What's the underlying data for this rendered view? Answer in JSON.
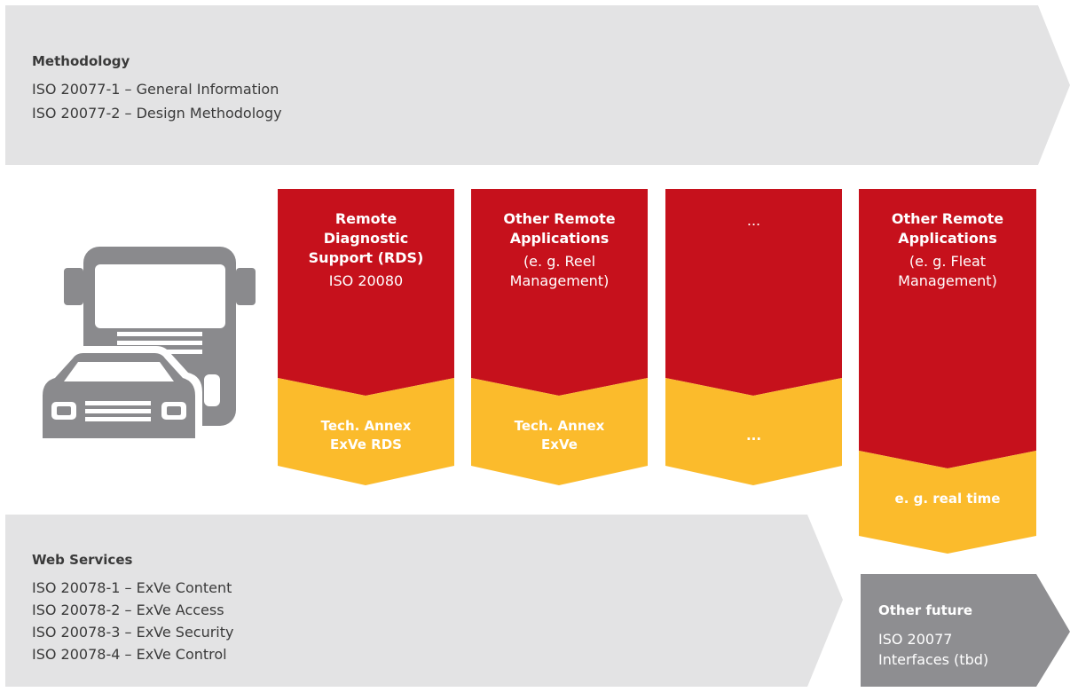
{
  "colors": {
    "band_gray": "#e3e3e4",
    "red": "#c6111c",
    "yellow": "#fbbb2c",
    "icon_gray": "#8a8a8d",
    "future_gray": "#8e8e91",
    "text_dark": "#3a3a3a"
  },
  "methodology": {
    "title": "Methodology",
    "lines": [
      "ISO 20077-1 – General Information",
      "ISO 20077-2 – Design Methodology"
    ]
  },
  "columns": [
    {
      "title": [
        "Remote",
        "Diagnostic",
        "Support (RDS)"
      ],
      "sub": [
        "ISO 20080"
      ],
      "annex": [
        "Tech. Annex",
        "ExVe RDS"
      ]
    },
    {
      "title": [
        "Other Remote",
        "Applications"
      ],
      "sub": [
        "(e. g. Reel",
        "Management)"
      ],
      "annex": [
        "Tech. Annex",
        "ExVe"
      ]
    },
    {
      "title": [],
      "sub": [
        "..."
      ],
      "annex": [
        "..."
      ]
    },
    {
      "title": [
        "Other Remote",
        "Applications"
      ],
      "sub": [
        "(e. g. Fleat",
        "Management)"
      ],
      "annex": [
        "e. g. real time"
      ]
    }
  ],
  "web_services": {
    "title": "Web Services",
    "lines": [
      "ISO 20078-1 – ExVe Content",
      "ISO 20078-2 – ExVe Access",
      "ISO 20078-3 – ExVe Security",
      "ISO 20078-4 – ExVe Control"
    ]
  },
  "future": {
    "title": "Other future",
    "lines": [
      "ISO 20077",
      "Interfaces (tbd)"
    ]
  },
  "icon": "truck-and-car-icon"
}
